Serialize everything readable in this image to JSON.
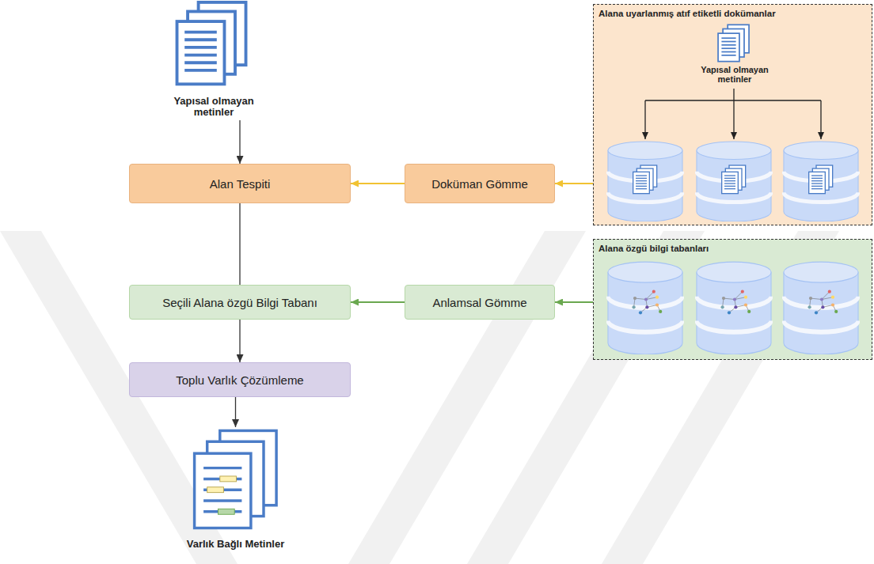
{
  "diagram": {
    "nodes": [
      {
        "text": [
          "Yapısal olmayan metinler"
        ]
      },
      {
        "text": [
          "Alana uyarlanmış atıf etiketli dokümanlar"
        ]
      },
      {
        "text": [
          "Yapısal olmayan metinler"
        ],
        "in": 1
      },
      {
        "text": [
          "Alan Tespiti"
        ]
      },
      {
        "text": [
          "Doküman Gömme"
        ]
      },
      {
        "text": [
          "Alana özgü bilgi tabanları"
        ]
      },
      {
        "text": [
          "Seçili Alana özgü Bilgi Tabanı"
        ]
      },
      {
        "text": [
          "Anlamsal Gömme"
        ]
      },
      {
        "text": [
          "Toplu Varlık Çözümleme"
        ]
      },
      {
        "text": [
          "Varlık Bağlı Metinler"
        ]
      }
    ],
    "edges": [
      {
        "from": 0,
        "to": 3,
        "arrow": "to"
      },
      {
        "from": 4,
        "to": 3,
        "arrow": "to"
      },
      {
        "from": 1,
        "to": 4,
        "arrow": "to"
      },
      {
        "from": 3,
        "to": 6,
        "arrow": "none"
      },
      {
        "from": 7,
        "to": 6,
        "arrow": "to"
      },
      {
        "from": 5,
        "to": 7,
        "arrow": "to"
      },
      {
        "from": 6,
        "to": 8,
        "arrow": "to"
      },
      {
        "from": 8,
        "to": 9,
        "arrow": "to"
      }
    ]
  }
}
